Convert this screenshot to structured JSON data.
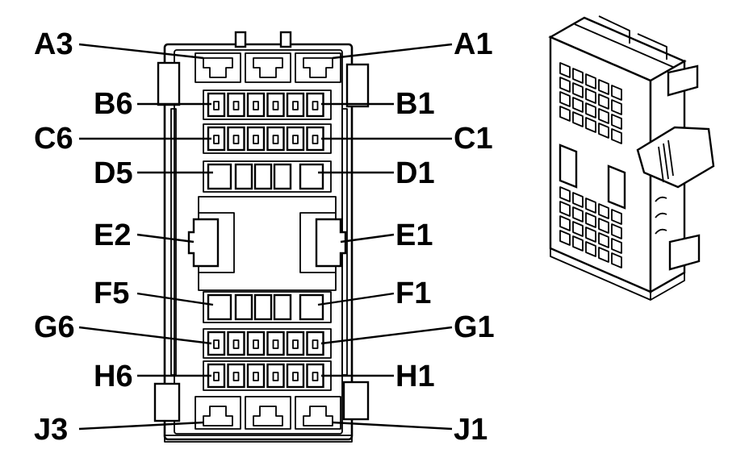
{
  "colors": {
    "line": "#000000",
    "background": "#ffffff"
  },
  "labels": {
    "A3": "A3",
    "A1": "A1",
    "B6": "B6",
    "B1": "B1",
    "C6": "C6",
    "C1": "C1",
    "D5": "D5",
    "D1": "D1",
    "E2": "E2",
    "E1": "E1",
    "F5": "F5",
    "F1": "F1",
    "G6": "G6",
    "G1": "G1",
    "H6": "H6",
    "H1": "H1",
    "J3": "J3",
    "J1": "J1"
  }
}
